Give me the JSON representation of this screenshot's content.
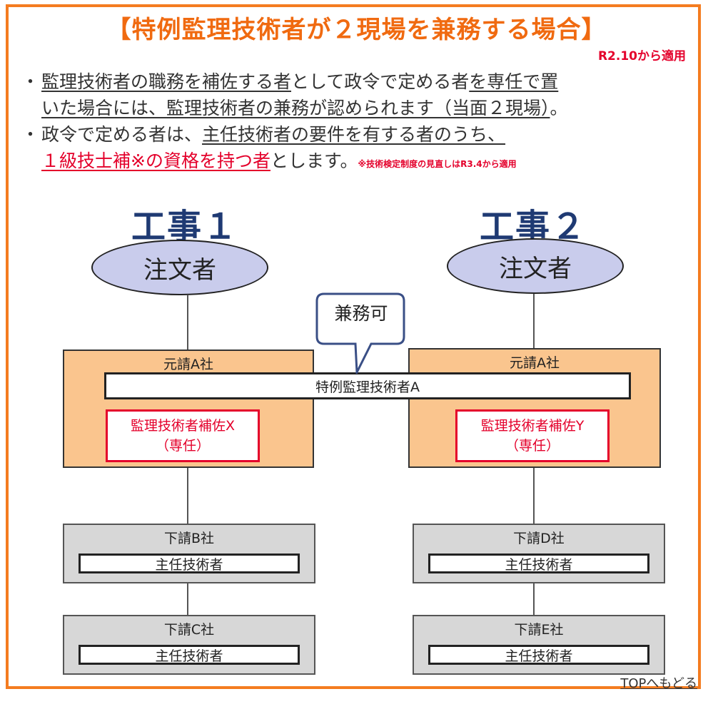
{
  "header": {
    "title": "【特例監理技術者が２現場を兼務する場合】",
    "note": "R2.10から適用"
  },
  "bullets": {
    "b1_dot": "・",
    "b1_part1": "監理技術者の職務を補佐する者",
    "b1_part2": "として政令で定める者",
    "b1_part3": "を専任で置",
    "b1_line2": "いた場合には、監理技術者の兼務が認められます（当面２現場）",
    "b1_end": "。",
    "b2_dot": "・",
    "b2_part1": "政令で定める者は、",
    "b2_part2": "主任技術者の要件を有する者のうち、",
    "b2_line2_red": "１級技士補※の資格を持つ者",
    "b2_line2_end": "とします。",
    "b2_small": "※技術検定制度の見直しはR3.4から適用"
  },
  "diagram": {
    "work1": "工事１",
    "work2": "工事２",
    "client1": "注文者",
    "client2": "注文者",
    "callout": "兼務可",
    "prime1_label": "元請A社",
    "prime2_label": "元請A社",
    "shared_engineer": "特例監理技術者A",
    "assist1_line1": "監理技術者補佐X",
    "assist1_line2": "（専任）",
    "assist2_line1": "監理技術者補佐Y",
    "assist2_line2": "（専任）",
    "subs": [
      {
        "label": "下請B社",
        "engineer": "主任技術者"
      },
      {
        "label": "下請C社",
        "engineer": "主任技術者"
      },
      {
        "label": "下請D社",
        "engineer": "主任技術者"
      },
      {
        "label": "下請E社",
        "engineer": "主任技術者"
      }
    ]
  },
  "footer": {
    "top_link": "TOPへもどる"
  },
  "colors": {
    "frame": "#f47c20",
    "title": "#f06a10",
    "red": "#e4002b",
    "navy": "#1f3a73",
    "ellipse": "#c9ccec",
    "prime_box": "#fac58e",
    "sub_box": "#d7d7d7"
  }
}
